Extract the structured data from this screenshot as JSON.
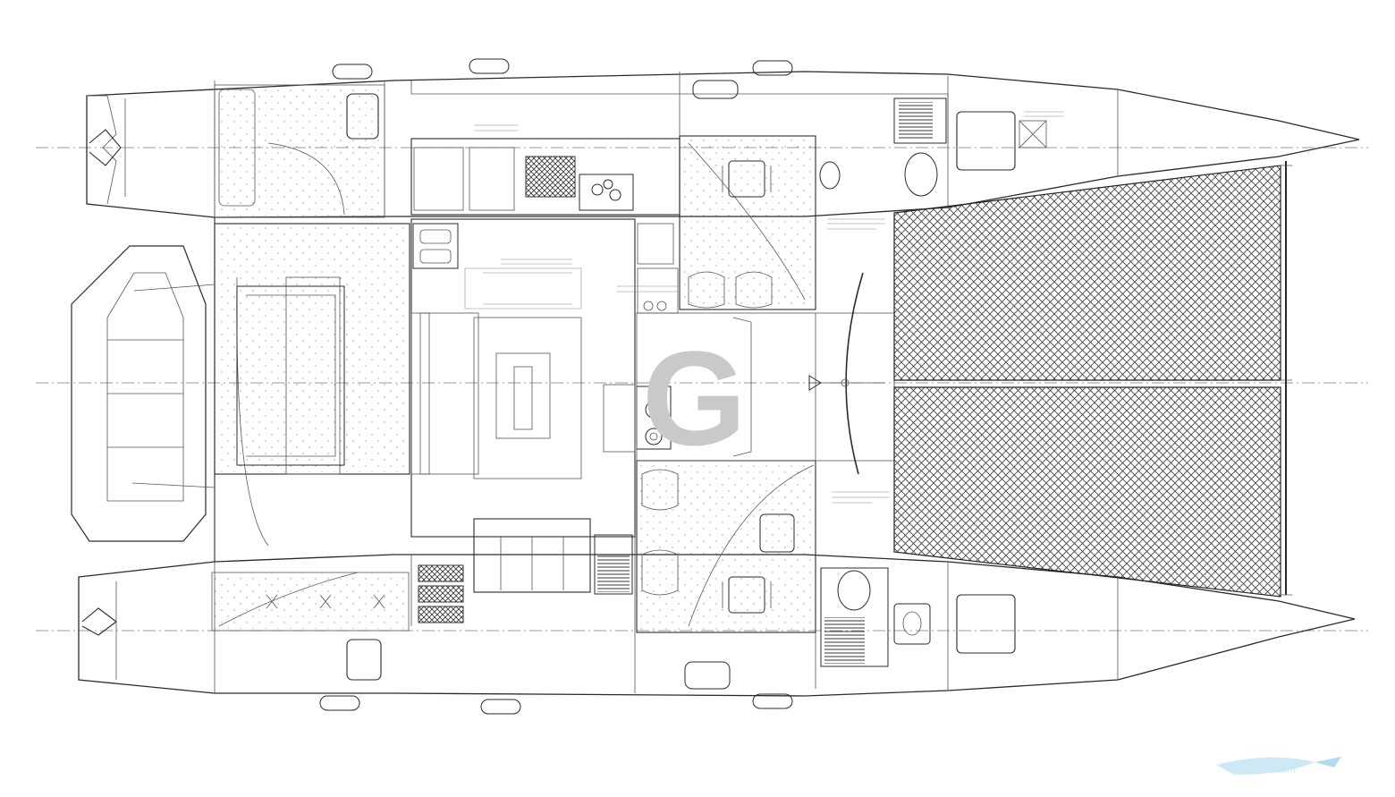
{
  "drawing": {
    "type": "catamaran-deck-layout-plan",
    "logo_letter": "G",
    "watermark_text": ".com",
    "colors": {
      "ink": "#2a2a2a",
      "logo": "#c9c9c9",
      "watermark": "#bfe3f3"
    }
  }
}
